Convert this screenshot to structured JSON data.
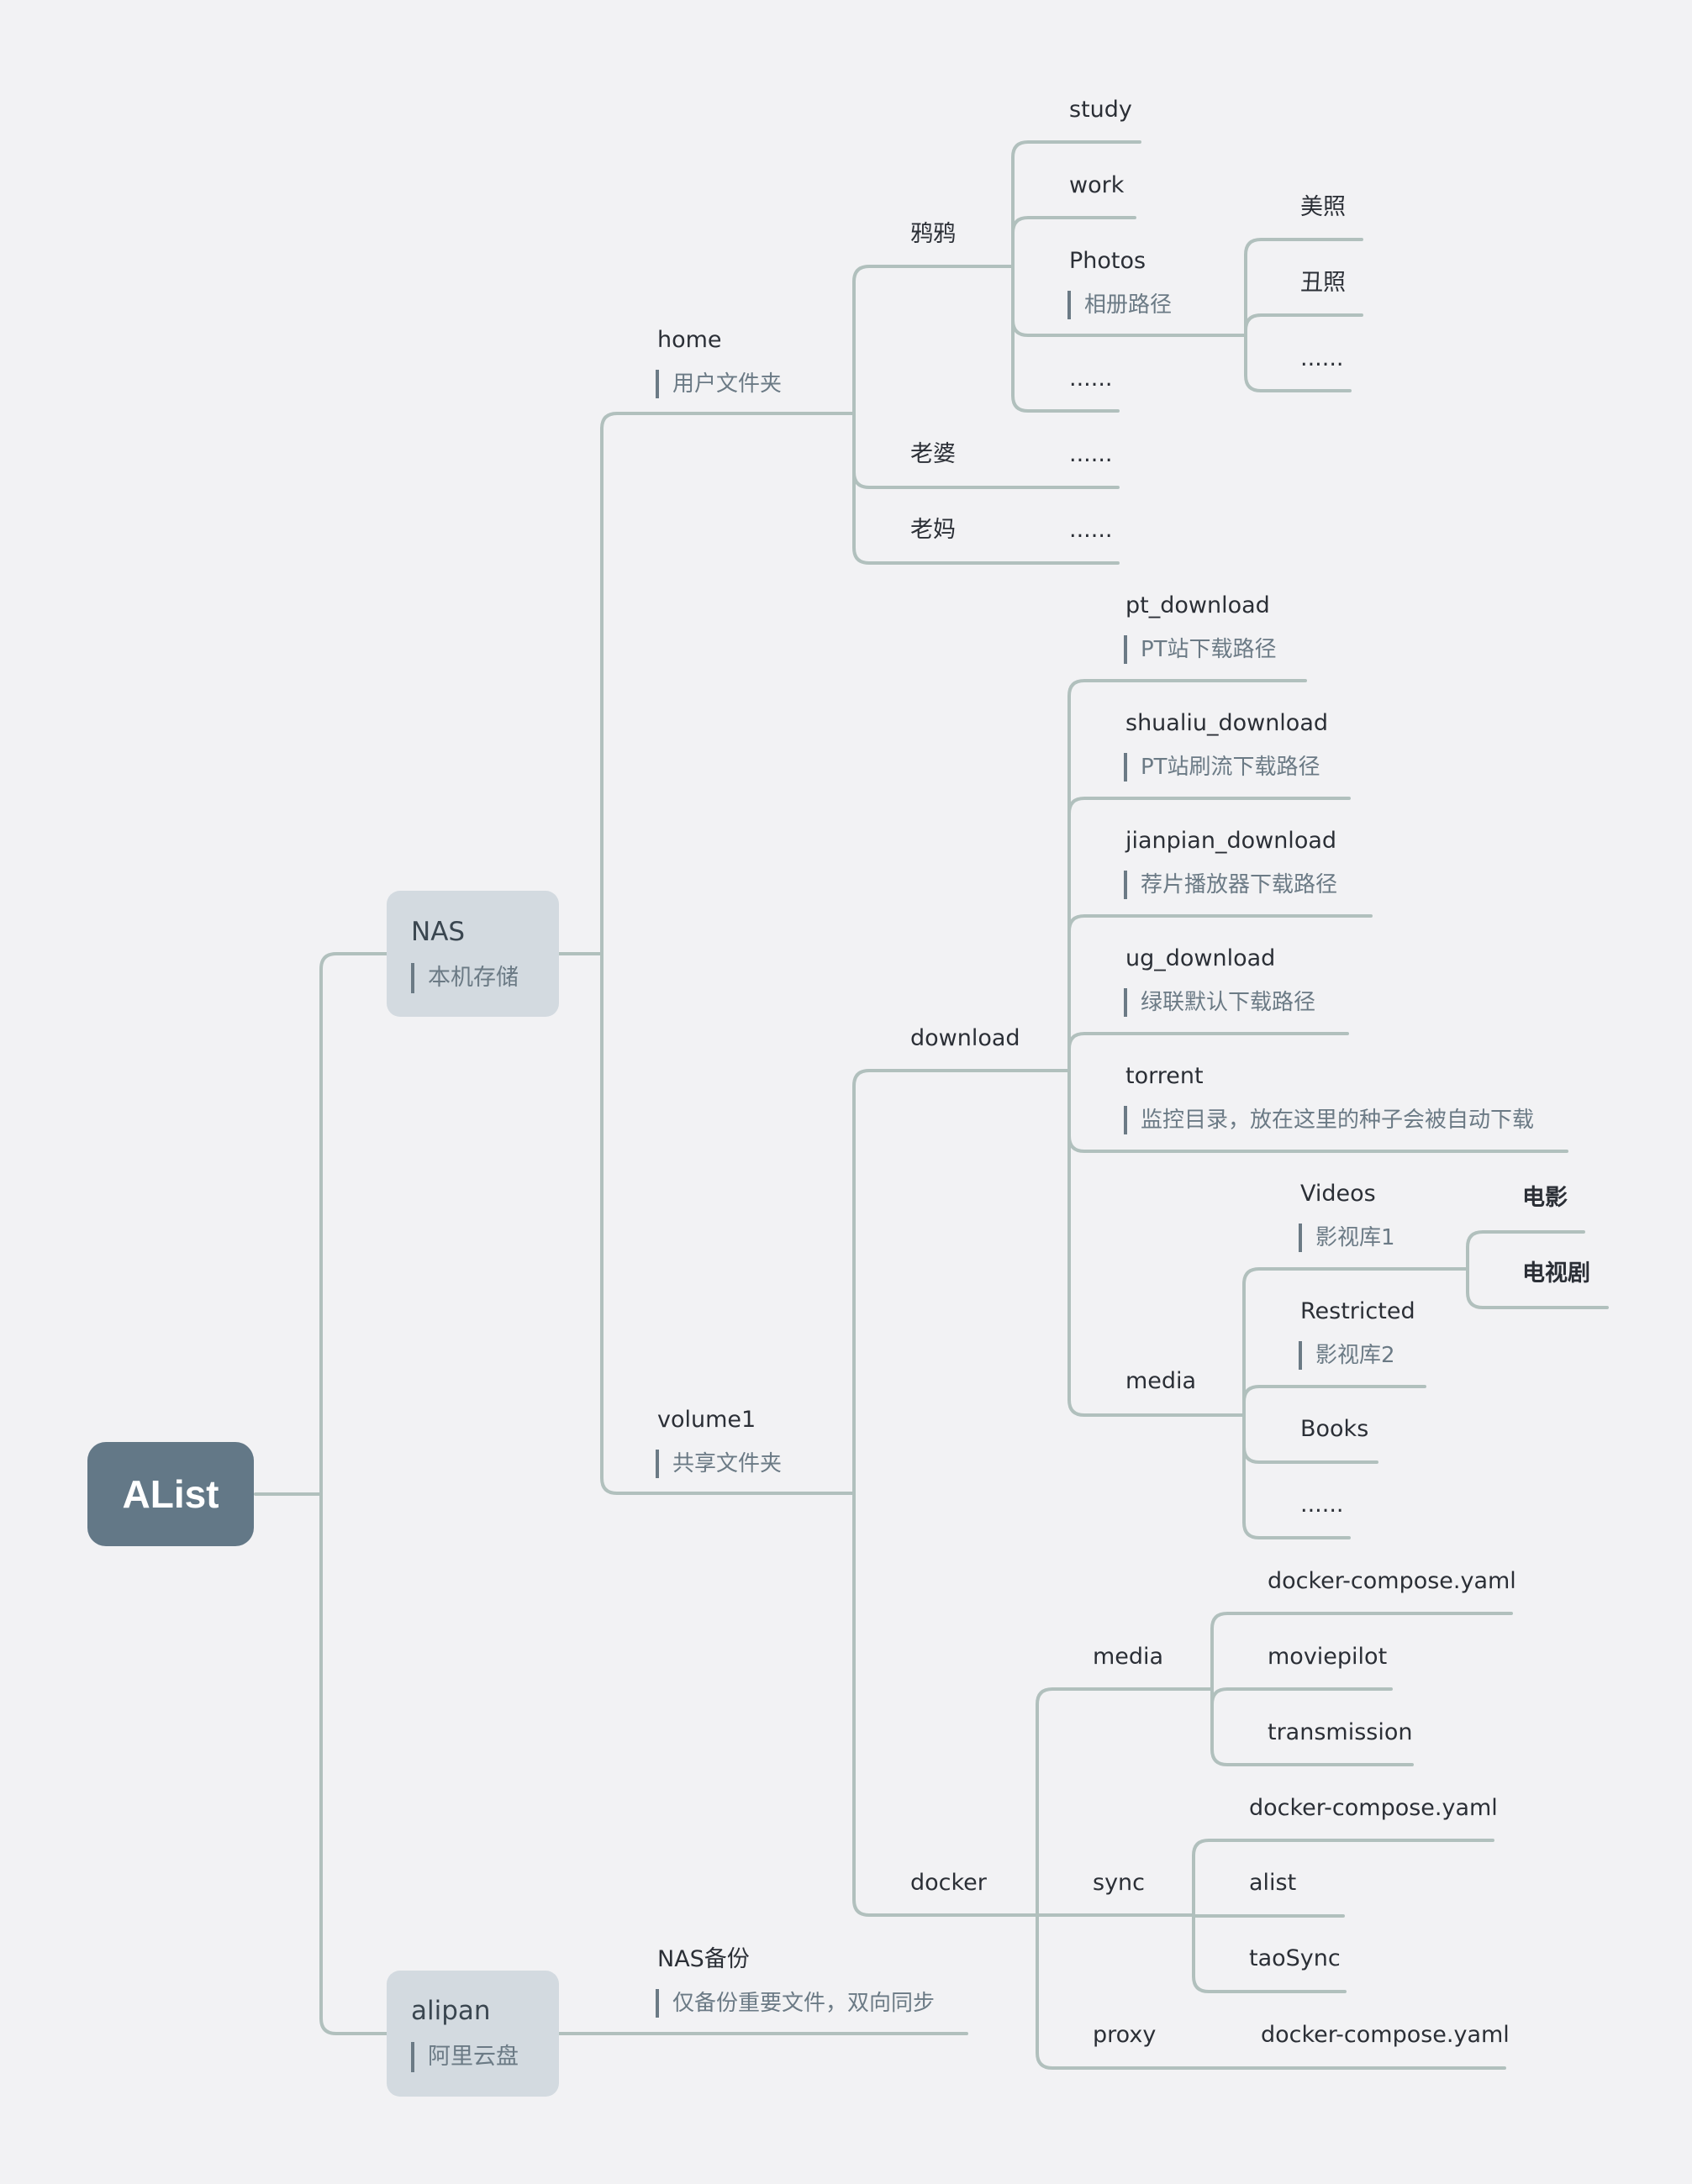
{
  "root": {
    "title": "AList"
  },
  "nas": {
    "title": "NAS",
    "note": "本机存储"
  },
  "alipan": {
    "title": "alipan",
    "note": "阿里云盘"
  },
  "home": {
    "title": "home",
    "note": "用户文件夹"
  },
  "yaya": {
    "title": "鸦鸦",
    "children": [
      "study",
      "work",
      "Photos",
      "......"
    ],
    "photos_note": "相册路径",
    "photos_children": [
      "美照",
      "丑照",
      "......"
    ]
  },
  "laopo": {
    "title": "老婆",
    "child": "......"
  },
  "laoma": {
    "title": "老妈",
    "child": "......"
  },
  "volume1": {
    "title": "volume1",
    "note": "共享文件夹"
  },
  "download": {
    "title": "download",
    "pt": {
      "title": "pt_download",
      "note": "PT站下载路径"
    },
    "shualiu": {
      "title": "shualiu_download",
      "note": "PT站刷流下载路径"
    },
    "jianpian": {
      "title": "jianpian_download",
      "note": "荐片播放器下载路径"
    },
    "ug": {
      "title": "ug_download",
      "note": "绿联默认下载路径"
    },
    "torrent": {
      "title": "torrent",
      "note": "监控目录，放在这里的种子会被自动下载"
    },
    "media": {
      "title": "media",
      "videos": {
        "title": "Videos",
        "note": "影视库1",
        "children": [
          "电影",
          "电视剧"
        ]
      },
      "restricted": {
        "title": "Restricted",
        "note": "影视库2"
      },
      "books": "Books",
      "more": "......"
    }
  },
  "docker": {
    "title": "docker",
    "media": {
      "title": "media",
      "children": [
        "docker-compose.yaml",
        "moviepilot",
        "transmission"
      ]
    },
    "sync": {
      "title": "sync",
      "children": [
        "docker-compose.yaml",
        "alist",
        "taoSync"
      ]
    },
    "proxy": {
      "title": "proxy",
      "child": "docker-compose.yaml"
    }
  },
  "nasbackup": {
    "title": "NAS备份",
    "note": "仅备份重要文件，双向同步"
  },
  "colors": {
    "line": "#b1c0bd",
    "root": "#637887",
    "box": "#d3dae0",
    "note": "#6b7a85"
  }
}
